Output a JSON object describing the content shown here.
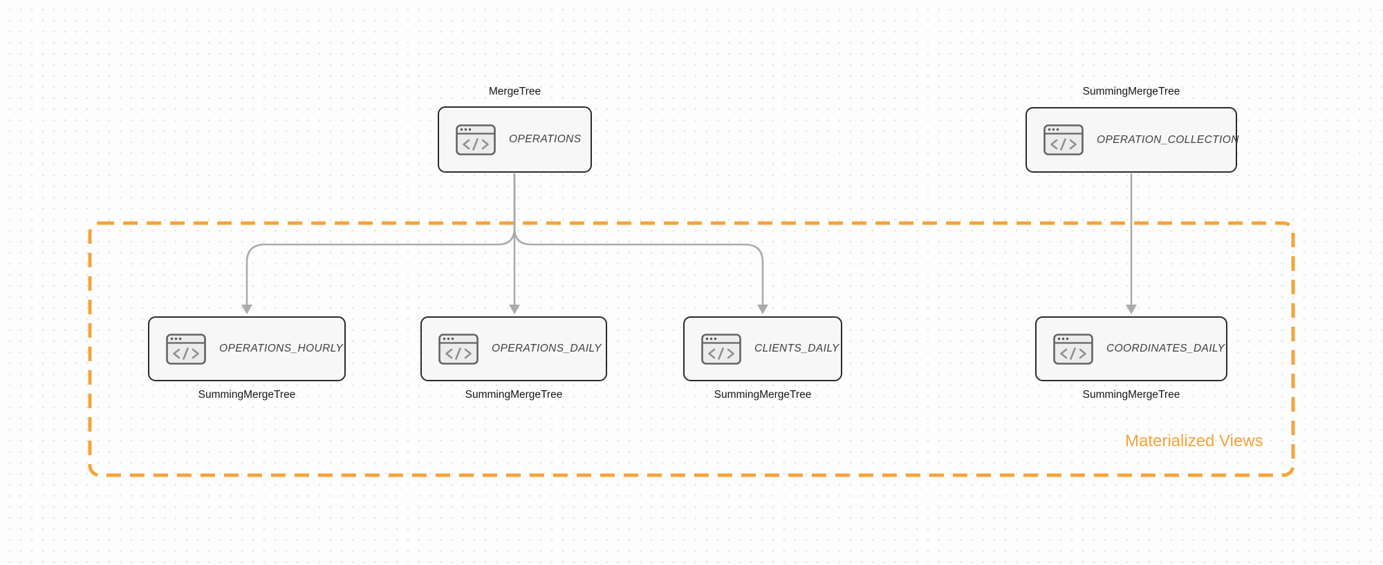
{
  "canvas": {
    "background": "#fdfdfd",
    "dot_color": "#e4e4e4"
  },
  "group": {
    "label": "Materialized Views",
    "border_color": "#F6A338"
  },
  "nodes": [
    {
      "id": "operations",
      "table": "OPERATIONS",
      "engine": "MergeTree",
      "engine_label_position": "above",
      "icon": "code-window-icon"
    },
    {
      "id": "operation-collection",
      "table": "OPERATION_COLLECTION",
      "engine": "SummingMergeTree",
      "engine_label_position": "above",
      "icon": "code-window-icon"
    },
    {
      "id": "operations-hourly",
      "table": "OPERATIONS_HOURLY",
      "engine": "SummingMergeTree",
      "engine_label_position": "below",
      "icon": "code-window-icon"
    },
    {
      "id": "operations-daily",
      "table": "OPERATIONS_DAILY",
      "engine": "SummingMergeTree",
      "engine_label_position": "below",
      "icon": "code-window-icon"
    },
    {
      "id": "clients-daily",
      "table": "CLIENTS_DAILY",
      "engine": "SummingMergeTree",
      "engine_label_position": "below",
      "icon": "code-window-icon"
    },
    {
      "id": "coordinates-daily",
      "table": "COORDINATES_DAILY",
      "engine": "SummingMergeTree",
      "engine_label_position": "below",
      "icon": "code-window-icon"
    }
  ],
  "edges": [
    {
      "from": "operations",
      "to": "operations-hourly"
    },
    {
      "from": "operations",
      "to": "operations-daily"
    },
    {
      "from": "operations",
      "to": "clients-daily"
    },
    {
      "from": "operation-collection",
      "to": "coordinates-daily"
    }
  ],
  "colors": {
    "node_border": "#2b2b2b",
    "node_fill": "#f7f7f7",
    "edge": "#ababab",
    "node_text": "#3e3e3e",
    "engine_text": "#151515"
  }
}
